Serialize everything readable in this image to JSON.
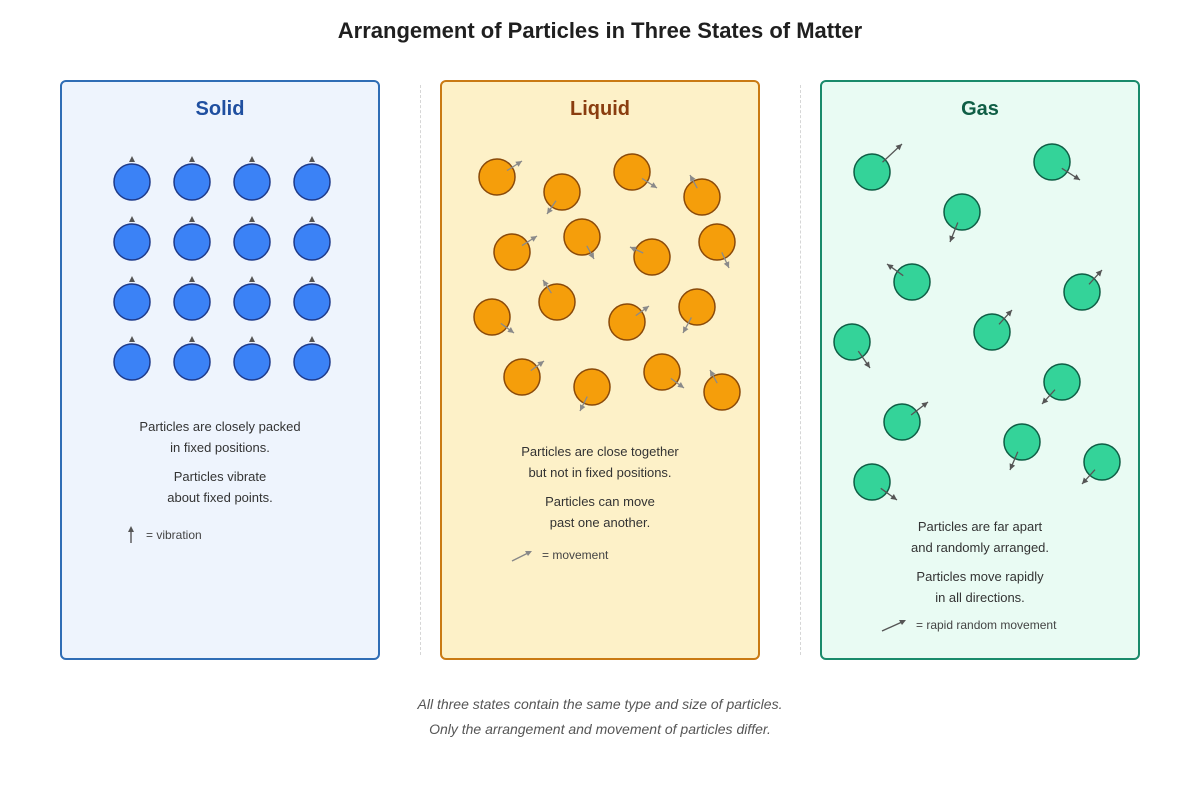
{
  "title": "Arrangement of Particles in Three States of Matter",
  "panels": {
    "solid": {
      "title": "Solid",
      "desc1_line1": "Particles are closely packed",
      "desc1_line2": "in fixed positions.",
      "desc2_line1": "Particles vibrate",
      "desc2_line2": "about fixed points.",
      "legend": "= vibration",
      "colors": {
        "border": "#2f6db5",
        "bg": "#eef4fd",
        "title": "#1f4fa0",
        "particle": "#3b82f6",
        "particle_stroke": "#1e3a8a"
      }
    },
    "liquid": {
      "title": "Liquid",
      "desc1_line1": "Particles are close together",
      "desc1_line2": "but not in fixed positions.",
      "desc2_line1": "Particles can move",
      "desc2_line2": "past one another.",
      "legend": "= movement",
      "colors": {
        "border": "#c97a14",
        "bg": "#fdf1c8",
        "title": "#8a3d0f",
        "particle": "#f59e0b",
        "particle_stroke": "#8a4a0a"
      }
    },
    "gas": {
      "title": "Gas",
      "desc1_line1": "Particles are far apart",
      "desc1_line2": "and randomly arranged.",
      "desc2_line1": "Particles move rapidly",
      "desc2_line2": "in all directions.",
      "legend": "= rapid random movement",
      "colors": {
        "border": "#1a8a6a",
        "bg": "#e9fbf3",
        "title": "#0f5e45",
        "particle": "#34d399",
        "particle_stroke": "#0f5e45"
      }
    }
  },
  "footnote": {
    "line1": "All three states contain the same type and size of particles.",
    "line2": "Only the arrangement and movement of particles differ."
  }
}
